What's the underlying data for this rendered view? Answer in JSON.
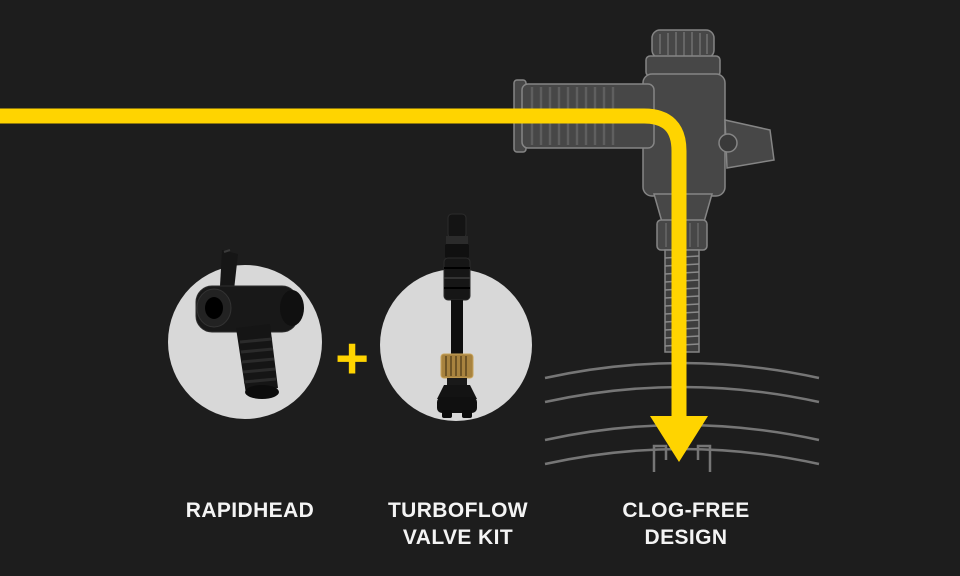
{
  "page": {
    "background_color": "#1d1d1d",
    "accent_color": "#ffd400",
    "circle_color": "#d8d8d8",
    "schematic_color": "#7e7e7e",
    "label_color": "#f4f4f4"
  },
  "plus_sign": "+",
  "items": {
    "rapidhead": {
      "label": "RAPIDHEAD",
      "icon": "rapidhead-pump-head-photo"
    },
    "turboflow": {
      "label_line1": "TURBOFLOW",
      "label_line2": "VALVE KIT",
      "icon": "tubeless-valve-photo"
    },
    "clog_free": {
      "label_line1": "CLOG-FREE",
      "label_line2": "DESIGN",
      "icon": "pump-head-on-valve-schematic-with-flow-arrow"
    }
  },
  "icons": {
    "flow_arrow": "yellow-flow-arrow",
    "pump_head": "pump-head-schematic",
    "rim": "rim-cross-section-schematic"
  }
}
